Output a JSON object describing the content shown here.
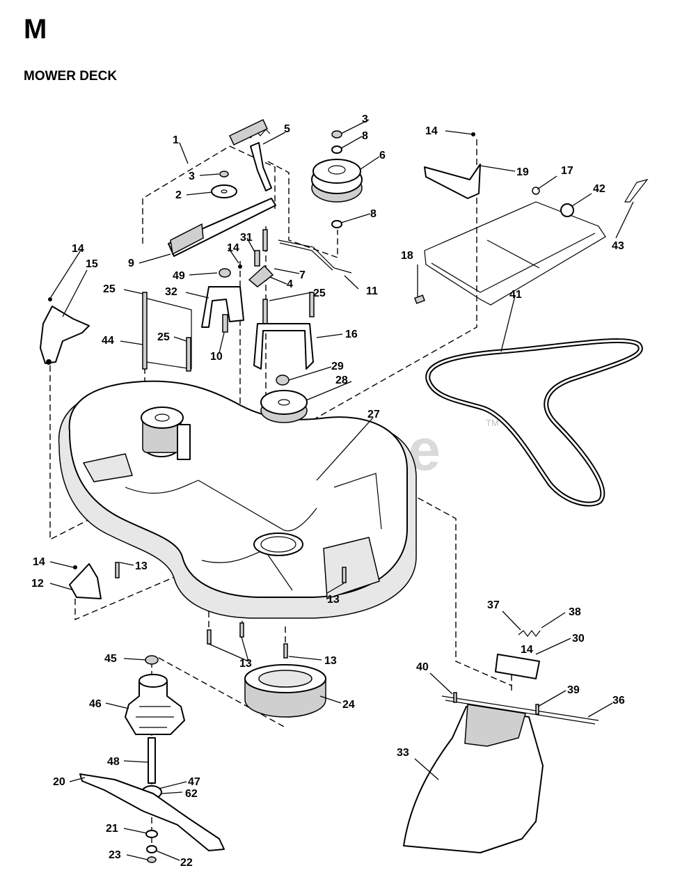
{
  "section": {
    "letter": "M",
    "title": "MOWER DECK"
  },
  "watermark": {
    "text": "PartsTree",
    "trademark": "TM"
  },
  "callouts": [
    {
      "id": "c1",
      "label": "1"
    },
    {
      "id": "c2",
      "label": "2"
    },
    {
      "id": "c3a",
      "label": "3"
    },
    {
      "id": "c3b",
      "label": "3"
    },
    {
      "id": "c4",
      "label": "4"
    },
    {
      "id": "c5",
      "label": "5"
    },
    {
      "id": "c6",
      "label": "6"
    },
    {
      "id": "c7",
      "label": "7"
    },
    {
      "id": "c8a",
      "label": "8"
    },
    {
      "id": "c8b",
      "label": "8"
    },
    {
      "id": "c9",
      "label": "9"
    },
    {
      "id": "c10",
      "label": "10"
    },
    {
      "id": "c11",
      "label": "11"
    },
    {
      "id": "c12",
      "label": "12"
    },
    {
      "id": "c13a",
      "label": "13"
    },
    {
      "id": "c13b",
      "label": "13"
    },
    {
      "id": "c13c",
      "label": "13"
    },
    {
      "id": "c13d",
      "label": "13"
    },
    {
      "id": "c14a",
      "label": "14"
    },
    {
      "id": "c14b",
      "label": "14"
    },
    {
      "id": "c14c",
      "label": "14"
    },
    {
      "id": "c14d",
      "label": "14"
    },
    {
      "id": "c14e",
      "label": "14"
    },
    {
      "id": "c15",
      "label": "15"
    },
    {
      "id": "c16",
      "label": "16"
    },
    {
      "id": "c17",
      "label": "17"
    },
    {
      "id": "c18",
      "label": "18"
    },
    {
      "id": "c19",
      "label": "19"
    },
    {
      "id": "c20",
      "label": "20"
    },
    {
      "id": "c21",
      "label": "21"
    },
    {
      "id": "c22",
      "label": "22"
    },
    {
      "id": "c23",
      "label": "23"
    },
    {
      "id": "c24",
      "label": "24"
    },
    {
      "id": "c25a",
      "label": "25"
    },
    {
      "id": "c25b",
      "label": "25"
    },
    {
      "id": "c25c",
      "label": "25"
    },
    {
      "id": "c27",
      "label": "27"
    },
    {
      "id": "c28",
      "label": "28"
    },
    {
      "id": "c29",
      "label": "29"
    },
    {
      "id": "c30",
      "label": "30"
    },
    {
      "id": "c31",
      "label": "31"
    },
    {
      "id": "c32",
      "label": "32"
    },
    {
      "id": "c33",
      "label": "33"
    },
    {
      "id": "c36",
      "label": "36"
    },
    {
      "id": "c37",
      "label": "37"
    },
    {
      "id": "c38",
      "label": "38"
    },
    {
      "id": "c39",
      "label": "39"
    },
    {
      "id": "c40",
      "label": "40"
    },
    {
      "id": "c41",
      "label": "41"
    },
    {
      "id": "c42",
      "label": "42"
    },
    {
      "id": "c43",
      "label": "43"
    },
    {
      "id": "c44",
      "label": "44"
    },
    {
      "id": "c45",
      "label": "45"
    },
    {
      "id": "c46",
      "label": "46"
    },
    {
      "id": "c47",
      "label": "47"
    },
    {
      "id": "c48",
      "label": "48"
    },
    {
      "id": "c49",
      "label": "49"
    },
    {
      "id": "c62",
      "label": "62"
    }
  ]
}
